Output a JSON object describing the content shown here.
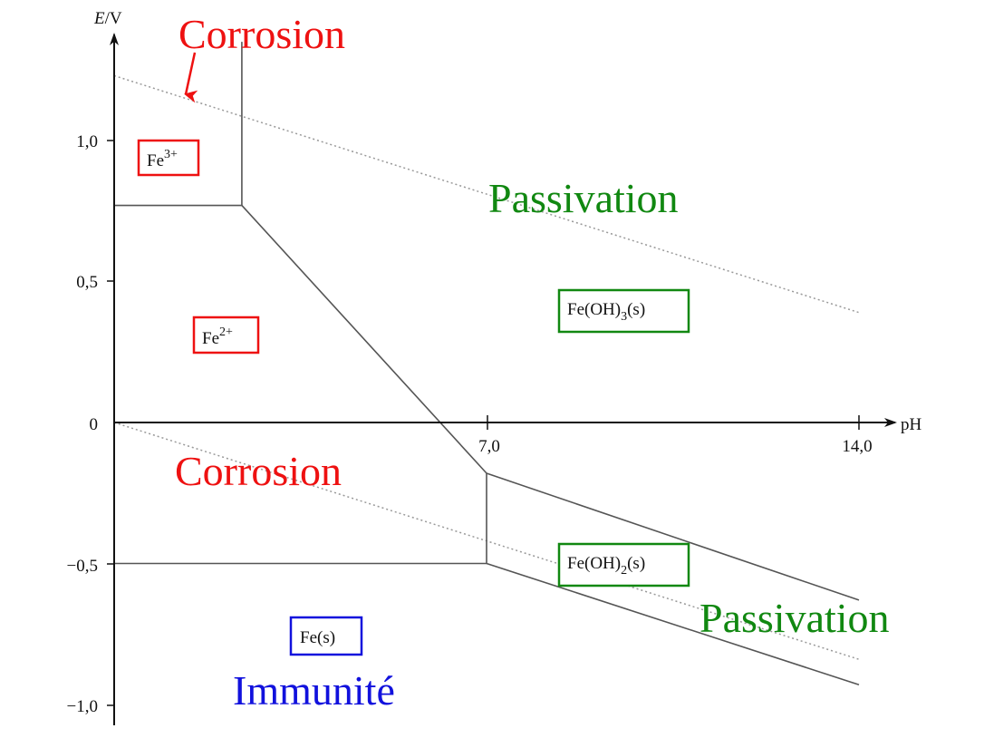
{
  "axes": {
    "y_title_italic": "E",
    "y_title_rest": "/V",
    "x_title": "pH",
    "y_ticks": [
      "1,0",
      "0,5",
      "0",
      "−0,5",
      "−1,0"
    ],
    "x_ticks": [
      "7,0",
      "14,0"
    ]
  },
  "zones": {
    "corrosion_top": "Corrosion",
    "corrosion_mid": "Corrosion",
    "passivation_top": "Passivation",
    "passivation_bottom": "Passivation",
    "immunite": "Immunité"
  },
  "species": {
    "fe3": {
      "base": "Fe",
      "sup": "3+"
    },
    "fe2": {
      "base": "Fe",
      "sup": "2+"
    },
    "feoh3": {
      "pre": "Fe(OH)",
      "sub": "3",
      "post": "(s)"
    },
    "feoh2": {
      "pre": "Fe(OH)",
      "sub": "2",
      "post": "(s)"
    },
    "fes": {
      "base": "Fe(s)"
    }
  },
  "colors": {
    "corrosion": "#ee1111",
    "passivation": "#118811",
    "immunite": "#1111dd",
    "boundary": "#555555",
    "water_line": "#999999",
    "axis": "#111111"
  },
  "chart_data": {
    "type": "diagram",
    "x_range": [
      0,
      14
    ],
    "y_range": [
      -1.0,
      1.3
    ],
    "boundaries": [
      {
        "from": [
          0,
          0.77
        ],
        "to": [
          2.4,
          0.77
        ]
      },
      {
        "from": [
          2.4,
          0.77
        ],
        "to": [
          2.4,
          1.35
        ]
      },
      {
        "from": [
          2.4,
          0.77
        ],
        "to": [
          7.0,
          -0.18
        ]
      },
      {
        "from": [
          0,
          -0.5
        ],
        "to": [
          7.0,
          -0.5
        ]
      },
      {
        "from": [
          7.0,
          -0.18
        ],
        "to": [
          7.0,
          -0.5
        ]
      },
      {
        "from": [
          7.0,
          -0.18
        ],
        "to": [
          14.0,
          -0.63
        ]
      },
      {
        "from": [
          7.0,
          -0.5
        ],
        "to": [
          14.0,
          -0.93
        ]
      }
    ],
    "water_lines": [
      {
        "from": [
          0,
          1.23
        ],
        "to": [
          14.0,
          0.39
        ]
      },
      {
        "from": [
          0,
          0.0
        ],
        "to": [
          14.0,
          -0.84
        ]
      }
    ]
  }
}
